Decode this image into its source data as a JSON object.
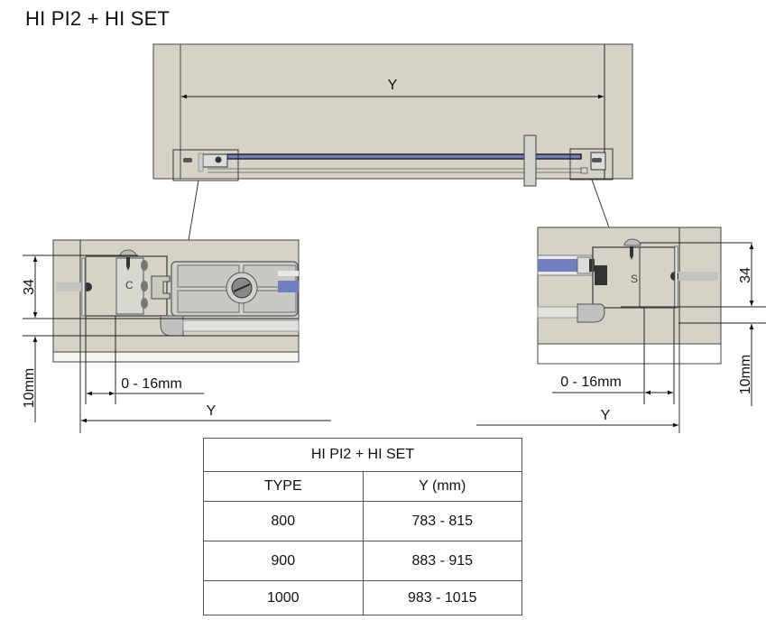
{
  "title": "HI PI2 + HI SET",
  "overview": {
    "dimension_label": "Y"
  },
  "detail_left": {
    "height_label": "34",
    "offset_label": "10mm",
    "adjust_label": "0 - 16mm",
    "width_label": "Y"
  },
  "detail_right": {
    "height_label": "34",
    "offset_label": "10mm",
    "adjust_label": "0 - 16mm",
    "width_label": "Y"
  },
  "colors": {
    "panel_fill": "#d4d3c6",
    "glass_blue": "#6f7fc0",
    "line": "#222222"
  },
  "table": {
    "title": "HI PI2 + HI SET",
    "columns": [
      "TYPE",
      "Y (mm)"
    ],
    "rows": [
      {
        "type": "800",
        "y": "783 - 815"
      },
      {
        "type": "900",
        "y": "883 - 915"
      },
      {
        "type": "1000",
        "y": "983 - 1015"
      }
    ]
  }
}
